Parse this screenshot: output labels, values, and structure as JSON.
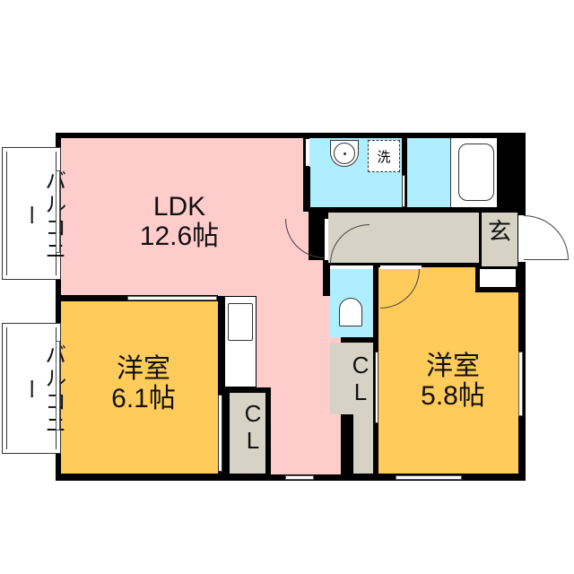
{
  "floorplan": {
    "colors": {
      "ldk": "#ffcccc",
      "western_room": "#ffcc5c",
      "wet_area": "#aeeeff",
      "hallway": "#d6d3c6",
      "closet": "#d6d3c6",
      "wall": "#000000",
      "balcony": "#ffffff"
    },
    "rooms": {
      "ldk": {
        "name": "LDK",
        "size": "12.6帖"
      },
      "western_left": {
        "name": "洋室",
        "size": "6.1帖"
      },
      "western_right": {
        "name": "洋室",
        "size": "5.8帖"
      },
      "closet_left": {
        "name": "CL"
      },
      "closet_right": {
        "name": "CL"
      },
      "entrance": {
        "name": "玄"
      },
      "washer": {
        "name": "洗"
      }
    },
    "balconies": [
      {
        "label": "バルコニー"
      },
      {
        "label": "バルコニー"
      }
    ],
    "fixtures": [
      "washbasin",
      "washing-machine-space",
      "bathtub",
      "toilet",
      "kitchen-counter",
      "sink"
    ]
  }
}
